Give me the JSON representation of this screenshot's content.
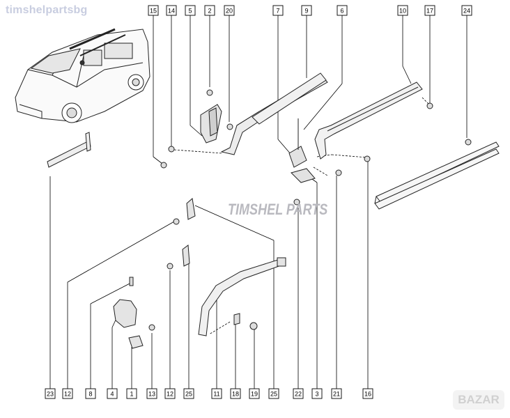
{
  "watermarks": {
    "top_left": "timshelpartsbg",
    "center": "TIMSHEL PARTS",
    "bottom_right": "BAZAR"
  },
  "callouts": {
    "top": [
      "15",
      "14",
      "5",
      "2",
      "20",
      "7",
      "9",
      "6",
      "10",
      "17",
      "24"
    ],
    "bottom": [
      "23",
      "12",
      "8",
      "4",
      "1",
      "13",
      "12",
      "25",
      "11",
      "18",
      "19",
      "25",
      "22",
      "3",
      "21",
      "16"
    ]
  },
  "colors": {
    "line": "#000000",
    "part": "#333333",
    "watermark": "#c8cde0"
  }
}
